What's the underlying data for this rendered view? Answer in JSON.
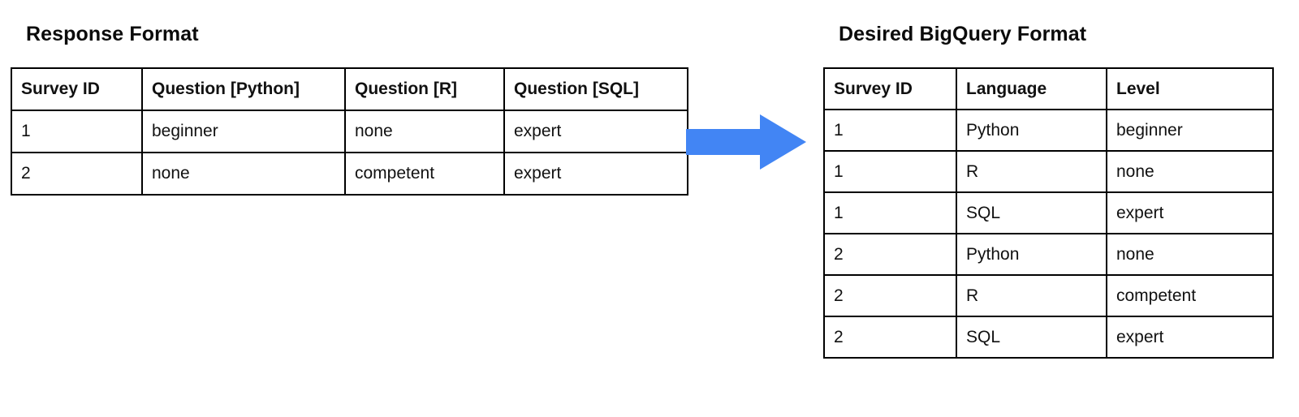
{
  "theme": {
    "background": "#ffffff",
    "text": "#0b0b0b",
    "border": "#000000",
    "arrow": "#4285f4"
  },
  "left": {
    "title": "Response Format",
    "table": {
      "columns": [
        "Survey ID",
        "Question [Python]",
        "Question [R]",
        "Question [SQL]"
      ],
      "rows": [
        [
          "1",
          "beginner",
          "none",
          "expert"
        ],
        [
          "2",
          "none",
          "competent",
          "expert"
        ]
      ]
    }
  },
  "arrow": {
    "icon": "arrow-right-icon",
    "color": "#4285f4",
    "direction": "right"
  },
  "right": {
    "title": "Desired BigQuery Format",
    "table": {
      "columns": [
        "Survey ID",
        "Language",
        "Level"
      ],
      "rows": [
        [
          "1",
          "Python",
          "beginner"
        ],
        [
          "1",
          "R",
          "none"
        ],
        [
          "1",
          "SQL",
          "expert"
        ],
        [
          "2",
          "Python",
          "none"
        ],
        [
          "2",
          "R",
          "competent"
        ],
        [
          "2",
          "SQL",
          "expert"
        ]
      ]
    }
  }
}
